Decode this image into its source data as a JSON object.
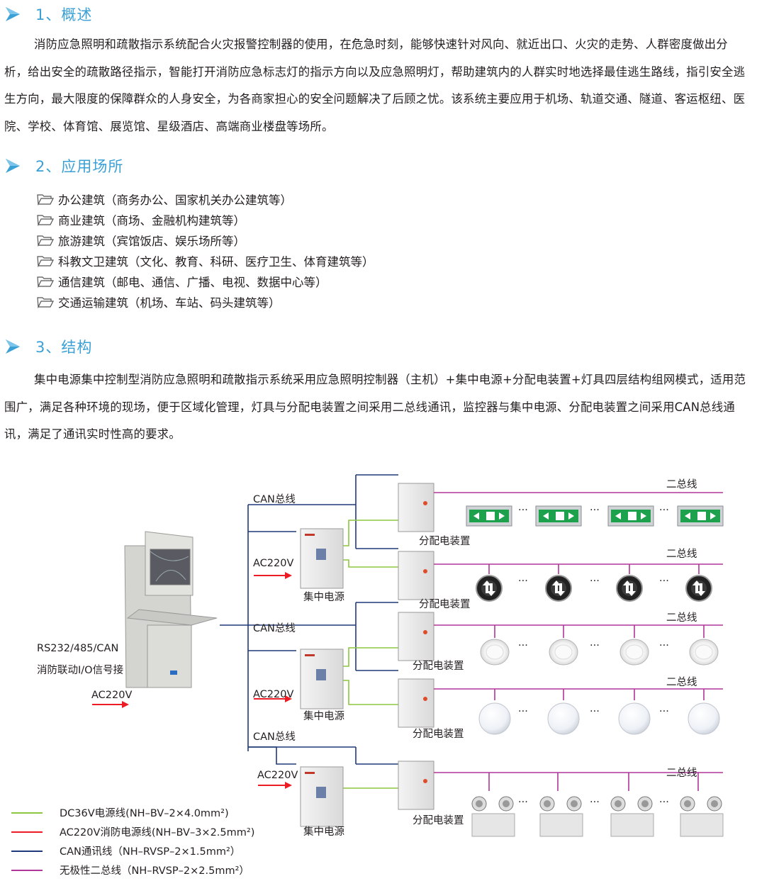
{
  "sections": [
    {
      "heading": "1、概述",
      "body": "消防应急照明和疏散指示系统配合火灾报警控制器的使用，在危急时刻，能够快速针对风向、就近出口、火灾的走势、人群密度做出分析，给出安全的疏散路径指示，智能打开消防应急标志灯的指示方向以及应急照明灯，帮助建筑内的人群实时地选择最佳逃生路线，指引安全逃生方向，最大限度的保障群众的人身安全，为各商家担心的安全问题解决了后顾之忧。该系统主要应用于机场、轨道交通、隧道、客运枢纽、医院、学校、体育馆、展览馆、星级酒店、高端商业楼盘等场所。"
    },
    {
      "heading": "2、应用场所",
      "items": [
        "办公建筑（商务办公、国家机关办公建筑等）",
        "商业建筑（商场、金融机构建筑等）",
        "旅游建筑（宾馆饭店、娱乐场所等）",
        "科教文卫建筑（文化、教育、科研、医疗卫生、体育建筑等）",
        "通信建筑（邮电、通信、广播、电视、数据中心等）",
        "交通运输建筑（机场、车站、码头建筑等）"
      ]
    },
    {
      "heading": "3、结构",
      "body": "集中电源集中控制型消防应急照明和疏散指示系统采用应急照明控制器（主机）+集中电源+分配电装置+灯具四层结构组网模式，适用范围广，满足各种环境的现场，便于区域化管理，灯具与分配电装置之间采用二总线通讯，监控器与集中电源、分配电装置之间采用CAN总线通讯，满足了通讯实时性高的要求。"
    }
  ],
  "diagram": {
    "can_bus": "CAN总线",
    "ac220v": "AC220V",
    "central_power": "集中电源",
    "distribution": "分配电装置",
    "two_bus": "二总线",
    "ellipsis": "···",
    "host_io_line1": "RS232/485/CAN",
    "host_io_line2": "消防联动I/O信号接",
    "host_ac": "AC220V"
  },
  "legend": [
    {
      "color": "#8dc63f",
      "label": "DC36V电源线(NH–BV–2×4.0mm²)"
    },
    {
      "color": "#ed1c24",
      "label": "AC220V消防电源线(NH–BV–3×2.5mm²)"
    },
    {
      "color": "#1f3a7a",
      "label": "CAN通讯线（NH–RVSP–2×1.5mm²）"
    },
    {
      "color": "#b0369a",
      "label": "无极性二总线（NH–RVSP–2×2.5mm²）"
    }
  ],
  "colors": {
    "heading": "#3aa0d6",
    "dc36v": "#8dc63f",
    "ac220v": "#ed1c24",
    "can": "#1f3a7a",
    "twobus": "#b0369a",
    "exit_green": "#1ea14d"
  }
}
